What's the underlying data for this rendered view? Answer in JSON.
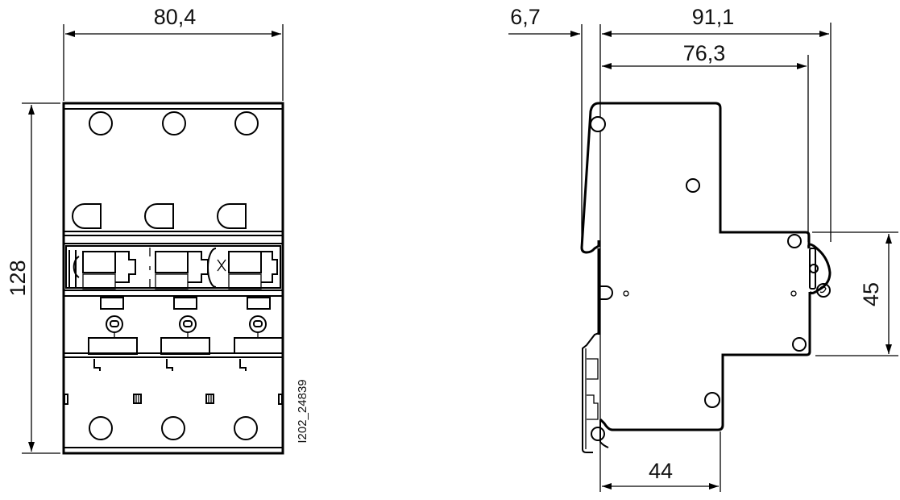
{
  "drawing": {
    "part_number": "I202_24839",
    "colors": {
      "line": "#000000",
      "background": "#ffffff"
    }
  },
  "front_view": {
    "dimensions": {
      "width": "80,4",
      "height": "128"
    }
  },
  "side_view": {
    "dimensions": {
      "offset": "6,7",
      "total_depth": "91,1",
      "front_depth": "76,3",
      "front_height": "45",
      "base_depth": "44"
    }
  }
}
